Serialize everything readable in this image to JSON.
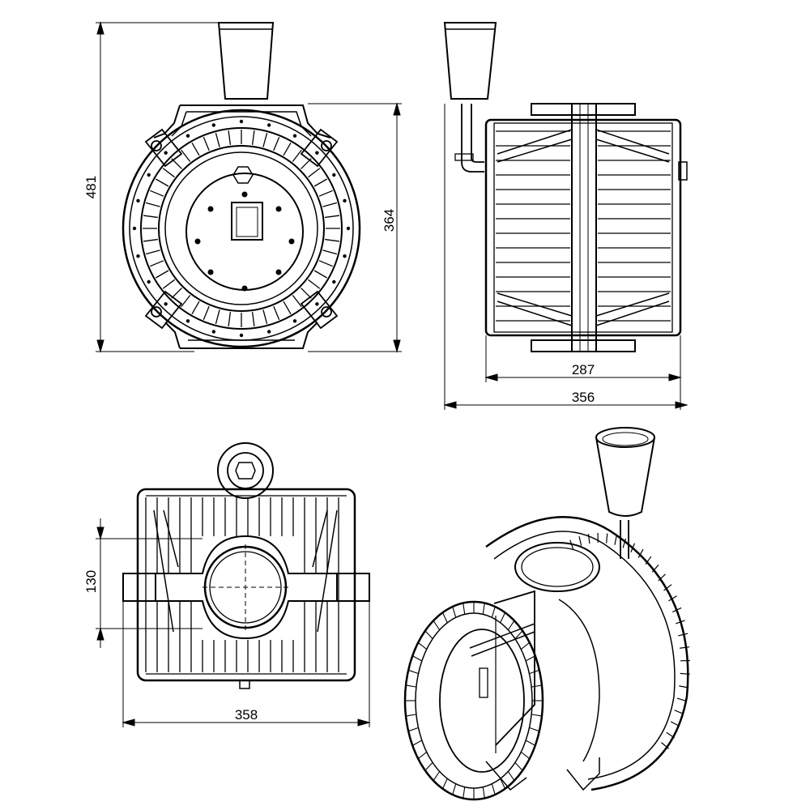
{
  "dimensions": {
    "front_total_height": "481",
    "front_body_height": "364",
    "side_body_width": "287",
    "side_total_width": "356",
    "top_pipe_spacing": "130",
    "top_total_width": "358"
  },
  "colors": {
    "line": "#000000",
    "background": "#ffffff"
  }
}
